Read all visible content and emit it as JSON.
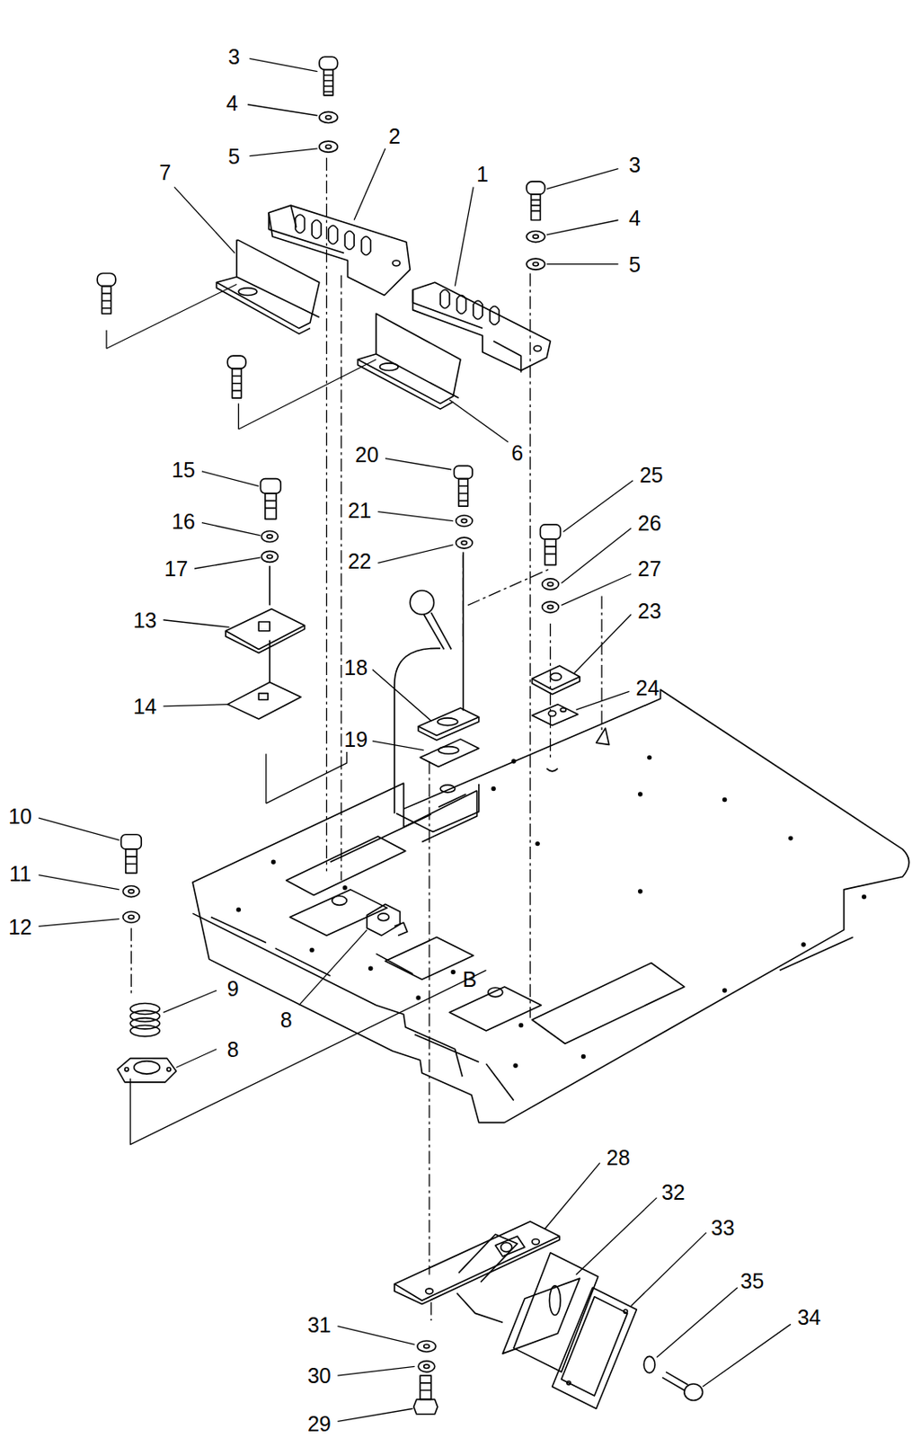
{
  "diagram": {
    "labels": [
      "3",
      "4",
      "5",
      "2",
      "7",
      "1",
      "3",
      "4",
      "5",
      "6",
      "20",
      "15",
      "25",
      "16",
      "21",
      "26",
      "17",
      "22",
      "27",
      "23",
      "13",
      "18",
      "24",
      "14",
      "19",
      "10",
      "11",
      "12",
      "9",
      "8",
      "8",
      "B",
      "28",
      "32",
      "33",
      "35",
      "34",
      "31",
      "30",
      "29"
    ]
  }
}
